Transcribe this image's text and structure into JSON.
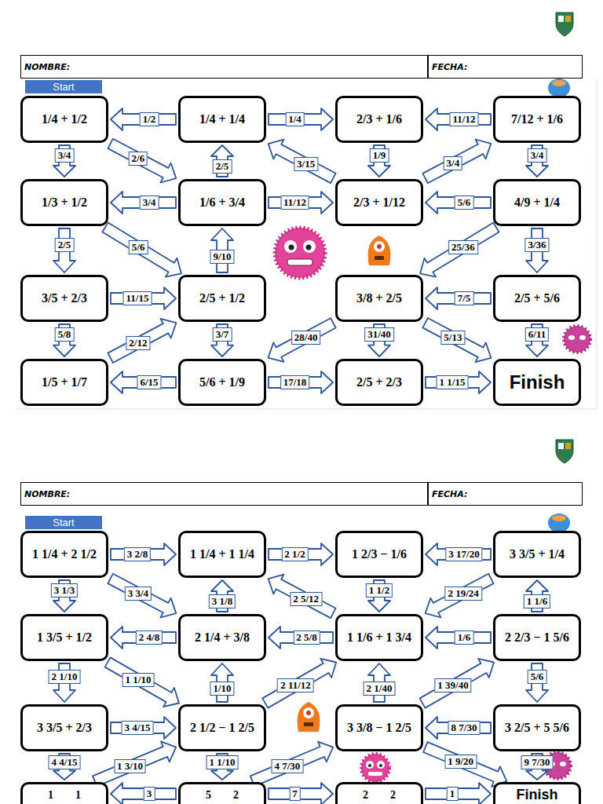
{
  "diagram": {
    "nodes": [
      {
        "text": [
          "NOMBRE:"
        ]
      },
      {
        "text": [
          "FECHA:"
        ]
      },
      {
        "text": [
          "Start"
        ]
      },
      {
        "text": [
          "1/4 + 1/2"
        ]
      },
      {
        "text": [
          "1/4 + 1/4"
        ]
      },
      {
        "text": [
          "2/3 + 1/6"
        ]
      },
      {
        "text": [
          "7/12 + 1/6"
        ]
      },
      {
        "text": [
          "1/3 + 1/2"
        ]
      },
      {
        "text": [
          "1/6 + 3/4"
        ]
      },
      {
        "text": [
          "2/3 + 1/12"
        ]
      },
      {
        "text": [
          "4/9 + 1/4"
        ]
      },
      {
        "text": [
          "3/5 + 2/3"
        ]
      },
      {
        "text": [
          "2/5 + 1/2"
        ]
      },
      {
        "text": [
          "3/8 + 2/5"
        ]
      },
      {
        "text": [
          "2/5 + 5/6"
        ]
      },
      {
        "text": [
          "1/5 + 1/7"
        ]
      },
      {
        "text": [
          "5/6 + 1/9"
        ]
      },
      {
        "text": [
          "2/5 + 2/3"
        ]
      },
      {
        "text": [
          "Finish"
        ]
      },
      {
        "text": [
          "NOMBRE:"
        ]
      },
      {
        "text": [
          "FECHA:"
        ]
      },
      {
        "text": [
          "Start"
        ]
      },
      {
        "text": [
          "1 1/4 + 2 1/2"
        ]
      },
      {
        "text": [
          "1 1/4 + 1 1/4"
        ]
      },
      {
        "text": [
          "1 2/3 − 1/6"
        ]
      },
      {
        "text": [
          "3 3/5 + 1/4"
        ]
      },
      {
        "text": [
          "1 3/5 + 1/2"
        ]
      },
      {
        "text": [
          "2 1/4 + 3/8"
        ]
      },
      {
        "text": [
          "1 1/6 + 1 3/4"
        ]
      },
      {
        "text": [
          "2 2/3 − 1 5/6"
        ]
      },
      {
        "text": [
          "3 3/5 + 2/3"
        ]
      },
      {
        "text": [
          "2 1/2 − 1 2/5"
        ]
      },
      {
        "text": [
          "3 3/8 − 1 2/5"
        ]
      },
      {
        "text": [
          "3 2/5 + 5 5/6"
        ]
      },
      {
        "text": [
          "1",
          "1"
        ]
      },
      {
        "text": [
          "5",
          "2"
        ]
      },
      {
        "text": [
          "2",
          "2"
        ]
      },
      {
        "text": [
          "Finish"
        ]
      }
    ],
    "edges": [
      {
        "from": 4,
        "to": 3,
        "arrow": "to",
        "label": "1/2"
      },
      {
        "from": 4,
        "to": 5,
        "arrow": "to",
        "label": "1/4"
      },
      {
        "from": 6,
        "to": 5,
        "arrow": "to",
        "label": "11/12"
      },
      {
        "from": 3,
        "to": 7,
        "arrow": "to",
        "label": "3/4"
      },
      {
        "from": 3,
        "to": 8,
        "arrow": "to",
        "label": "2/6"
      },
      {
        "from": 8,
        "to": 4,
        "arrow": "to",
        "label": "2/5"
      },
      {
        "from": 9,
        "to": 4,
        "arrow": "to",
        "label": "3/15"
      },
      {
        "from": 5,
        "to": 9,
        "arrow": "to",
        "label": "1/9"
      },
      {
        "from": 9,
        "to": 6,
        "arrow": "to",
        "label": "3/4"
      },
      {
        "from": 6,
        "to": 10,
        "arrow": "to",
        "label": "3/4"
      },
      {
        "from": 8,
        "to": 7,
        "arrow": "to",
        "label": "3/4"
      },
      {
        "from": 8,
        "to": 9,
        "arrow": "to",
        "label": "11/12"
      },
      {
        "from": 10,
        "to": 9,
        "arrow": "to",
        "label": "5/6"
      },
      {
        "from": 7,
        "to": 11,
        "arrow": "to",
        "label": "2/5"
      },
      {
        "from": 7,
        "to": 12,
        "arrow": "to",
        "label": "5/6"
      },
      {
        "from": 12,
        "to": 8,
        "arrow": "to",
        "label": "9/10"
      },
      {
        "from": 10,
        "to": 13,
        "arrow": "to",
        "label": "25/36"
      },
      {
        "from": 10,
        "to": 14,
        "arrow": "to",
        "label": "3/36"
      },
      {
        "from": 11,
        "to": 12,
        "arrow": "to",
        "label": "11/15"
      },
      {
        "from": 14,
        "to": 13,
        "arrow": "to",
        "label": "7/5"
      },
      {
        "from": 11,
        "to": 15,
        "arrow": "to",
        "label": "5/8"
      },
      {
        "from": 15,
        "to": 12,
        "arrow": "to",
        "label": "2/12"
      },
      {
        "from": 12,
        "to": 16,
        "arrow": "to",
        "label": "3/7"
      },
      {
        "from": 13,
        "to": 16,
        "arrow": "to",
        "label": "28/40"
      },
      {
        "from": 13,
        "to": 17,
        "arrow": "to",
        "label": "31/40"
      },
      {
        "from": 13,
        "to": 18,
        "arrow": "to",
        "label": "5/13"
      },
      {
        "from": 14,
        "to": 18,
        "arrow": "to",
        "label": "6/11"
      },
      {
        "from": 16,
        "to": 15,
        "arrow": "to",
        "label": "6/15"
      },
      {
        "from": 16,
        "to": 17,
        "arrow": "to",
        "label": "17/18"
      },
      {
        "from": 17,
        "to": 18,
        "arrow": "to",
        "label": "1 1/15"
      },
      {
        "from": 22,
        "to": 23,
        "arrow": "to",
        "label": "3 2/8"
      },
      {
        "from": 23,
        "to": 24,
        "arrow": "to",
        "label": "2 1/2"
      },
      {
        "from": 25,
        "to": 24,
        "arrow": "to",
        "label": "3 17/20"
      },
      {
        "from": 22,
        "to": 26,
        "arrow": "to",
        "label": "3 1/3"
      },
      {
        "from": 22,
        "to": 27,
        "arrow": "to",
        "label": "3 3/4"
      },
      {
        "from": 27,
        "to": 23,
        "arrow": "to",
        "label": "3 1/8"
      },
      {
        "from": 28,
        "to": 23,
        "arrow": "to",
        "label": "2 5/12"
      },
      {
        "from": 24,
        "to": 28,
        "arrow": "to",
        "label": "1 1/2"
      },
      {
        "from": 25,
        "to": 28,
        "arrow": "to",
        "label": "2 19/24"
      },
      {
        "from": 29,
        "to": 25,
        "arrow": "to",
        "label": "1 1/6"
      },
      {
        "from": 27,
        "to": 26,
        "arrow": "to",
        "label": "2 4/8"
      },
      {
        "from": 28,
        "to": 27,
        "arrow": "to",
        "label": "2 5/8"
      },
      {
        "from": 29,
        "to": 28,
        "arrow": "to",
        "label": "1/6"
      },
      {
        "from": 26,
        "to": 30,
        "arrow": "to",
        "label": "2 1/10"
      },
      {
        "from": 26,
        "to": 31,
        "arrow": "to",
        "label": "1 1/10"
      },
      {
        "from": 31,
        "to": 27,
        "arrow": "to",
        "label": "1/10"
      },
      {
        "from": 31,
        "to": 28,
        "arrow": "to",
        "label": "2 11/12"
      },
      {
        "from": 32,
        "to": 28,
        "arrow": "to",
        "label": "2 1/40"
      },
      {
        "from": 32,
        "to": 29,
        "arrow": "to",
        "label": "1 39/40"
      },
      {
        "from": 29,
        "to": 33,
        "arrow": "to",
        "label": "5/6"
      },
      {
        "from": 30,
        "to": 31,
        "arrow": "to",
        "label": "3 4/15"
      },
      {
        "from": 33,
        "to": 32,
        "arrow": "to",
        "label": "8 7/30"
      },
      {
        "from": 30,
        "to": 34,
        "arrow": "to",
        "label": "4 4/15"
      },
      {
        "from": 34,
        "to": 31,
        "arrow": "to",
        "label": "1 3/10"
      },
      {
        "from": 31,
        "to": 35,
        "arrow": "to",
        "label": "1 1/10"
      },
      {
        "from": 35,
        "to": 32,
        "arrow": "to",
        "label": "4 7/30"
      },
      {
        "from": 32,
        "to": 37,
        "arrow": "to",
        "label": "1 9/20"
      },
      {
        "from": 33,
        "to": 37,
        "arrow": "to",
        "label": "9 7/30"
      },
      {
        "from": 35,
        "to": 34,
        "arrow": "to",
        "label": "3"
      },
      {
        "from": 35,
        "to": 36,
        "arrow": "to",
        "label": "7"
      },
      {
        "from": 36,
        "to": 37,
        "arrow": "to",
        "label": "1"
      }
    ]
  }
}
